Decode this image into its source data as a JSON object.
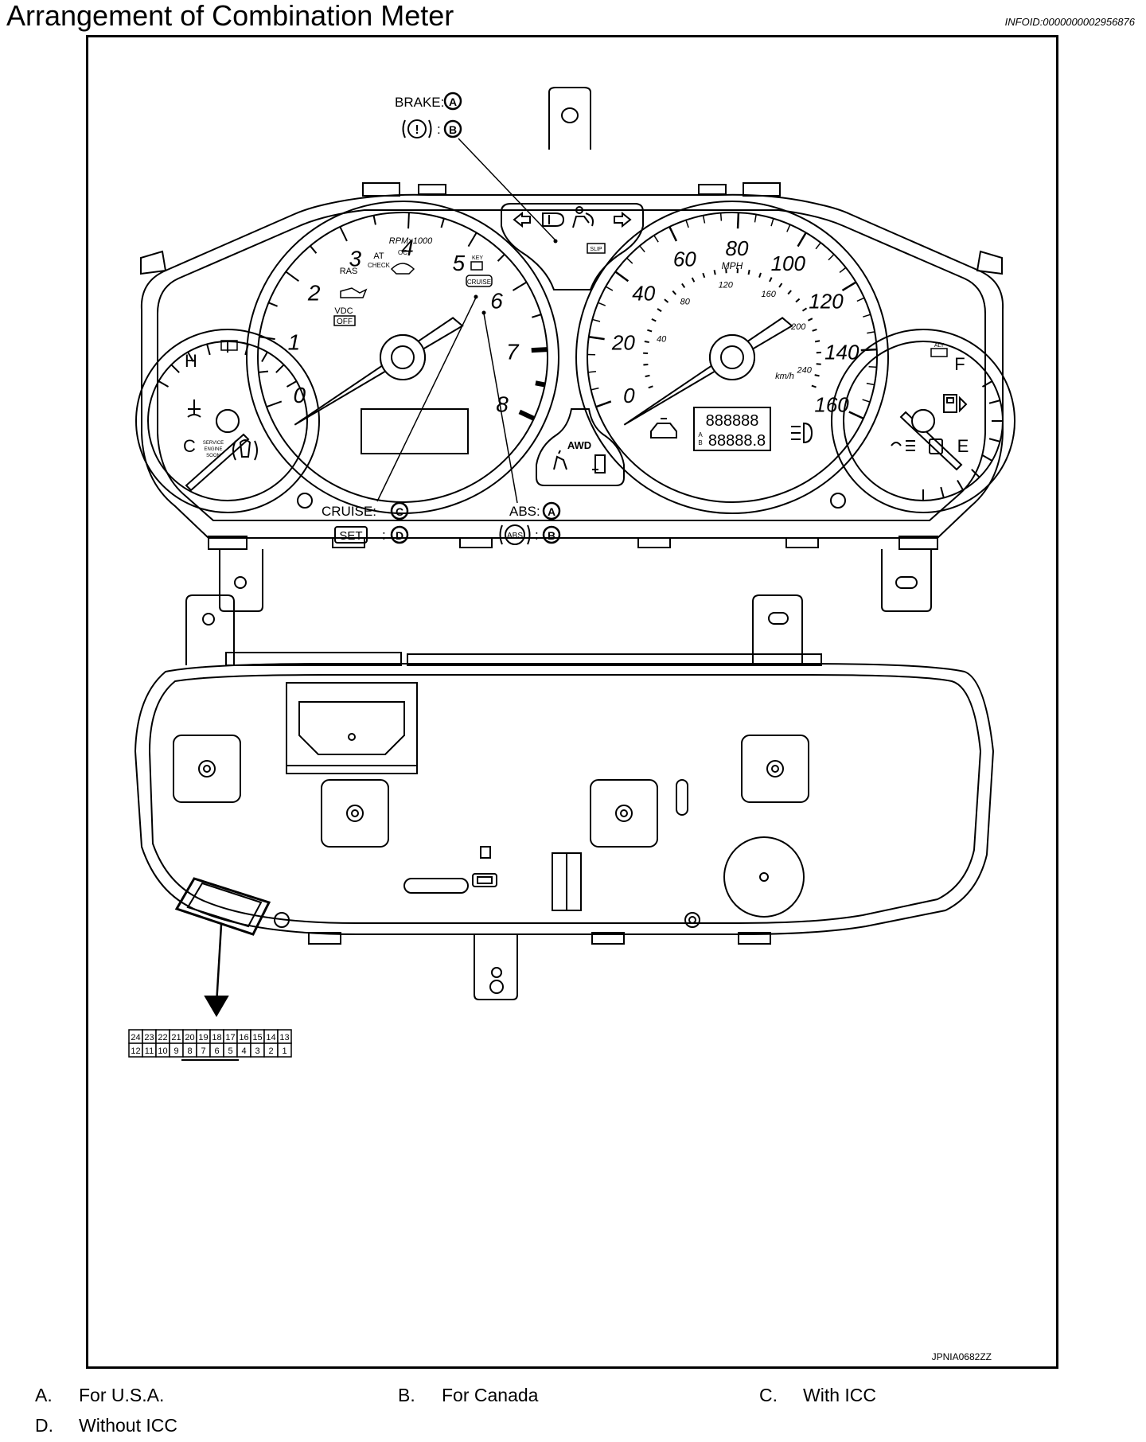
{
  "page": {
    "title": "Arrangement of Combination Meter",
    "info_id": "INFOID:0000000002956876",
    "figure_id": "JPNIA0682ZZ"
  },
  "callouts": {
    "brake_label": "BRAKE:",
    "brake_a": "A",
    "brake_icon": "!",
    "brake_b": "B",
    "cruise_label": "CRUISE:",
    "cruise_c": "C",
    "set_label": "SET",
    "set_d": "D",
    "abs_label": "ABS:",
    "abs_a": "A",
    "abs_icon": "ABS",
    "abs_b": "B"
  },
  "tachometer": {
    "numerals": [
      "0",
      "1",
      "2",
      "3",
      "4",
      "5",
      "6",
      "7",
      "8"
    ],
    "unit": "RPMx1000",
    "labels": {
      "at_check_1": "AT",
      "at_check_2": "CHECK",
      "oc": "OC",
      "ras": "RAS",
      "vdc": "VDC",
      "off": "OFF",
      "key": "KEY",
      "cruise": "CRUISE"
    }
  },
  "speedometer": {
    "mph_numerals": [
      "0",
      "20",
      "40",
      "60",
      "80",
      "100",
      "120",
      "140",
      "160"
    ],
    "unit_mph": "MPH",
    "kmh_numerals": [
      "40",
      "80",
      "120",
      "160",
      "200",
      "240"
    ],
    "unit_kmh": "km/h",
    "odo_display": "888888",
    "trip_display": "88888.8",
    "trip_a": "A",
    "trip_b": "B"
  },
  "temp_gauge": {
    "hot": "H",
    "cold": "C",
    "service_1": "SERVICE",
    "service_2": "ENGINE",
    "service_3": "SOON"
  },
  "fuel_gauge": {
    "full": "F",
    "empty": "E",
    "alt": "ALT"
  },
  "center_panel": {
    "slip": "SLIP",
    "awd": "AWD"
  },
  "connector": {
    "top_row": [
      "24",
      "23",
      "22",
      "21",
      "20",
      "19",
      "18",
      "17",
      "16",
      "15",
      "14",
      "13"
    ],
    "bottom_row": [
      "12",
      "11",
      "10",
      "9",
      "8",
      "7",
      "6",
      "5",
      "4",
      "3",
      "2",
      "1"
    ]
  },
  "legend": [
    {
      "key": "A.",
      "text": "For U.S.A."
    },
    {
      "key": "B.",
      "text": "For Canada"
    },
    {
      "key": "C.",
      "text": "With ICC"
    },
    {
      "key": "D.",
      "text": "Without ICC"
    }
  ],
  "icons": [
    "brake-warning-icon",
    "abs-warning-icon",
    "turn-left-icon",
    "turn-right-icon",
    "high-beam-icon",
    "airbag-icon",
    "seatbelt-icon",
    "door-open-icon",
    "oil-pressure-icon",
    "washer-icon",
    "coolant-temp-icon",
    "tire-pressure-icon",
    "battery-icon",
    "fuel-pump-icon",
    "fuel-cap-icon",
    "fog-light-icon",
    "vehicle-distance-icon"
  ]
}
